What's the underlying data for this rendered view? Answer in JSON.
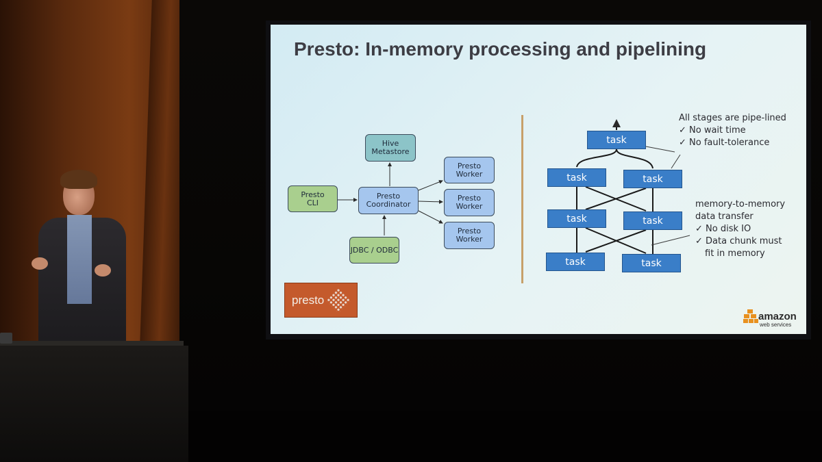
{
  "slide": {
    "title": "Presto:  In-memory processing and pipelining",
    "architecture": {
      "hive_metastore": [
        "Hive",
        "Metastore"
      ],
      "presto_cli": [
        "Presto",
        "CLI"
      ],
      "presto_coordinator": [
        "Presto",
        "Coordinator"
      ],
      "workers": [
        [
          "Presto",
          "Worker"
        ],
        [
          "Presto",
          "Worker"
        ],
        [
          "Presto",
          "Worker"
        ]
      ],
      "jdbc_odbc": "JDBC / ODBC"
    },
    "tasks": {
      "label": "task"
    },
    "notes": {
      "pipeline_heading": "All stages are pipe-lined",
      "pipeline_items": [
        "✓ No wait time",
        "✓ No fault-tolerance"
      ],
      "memory_heading": [
        "memory-to-memory",
        "data transfer"
      ],
      "memory_items": [
        "✓ No disk IO",
        "✓ Data chunk must",
        "fit in memory"
      ]
    },
    "logos": {
      "presto": "presto",
      "aws_word": "amazon",
      "aws_sub": "web services"
    }
  },
  "colors": {
    "task_blue": "#3a7ec8",
    "worker_blue": "#a5c6ee",
    "client_green": "#a9cf8e",
    "hive_teal": "#8cc4c8",
    "presto_orange": "#c45a2c",
    "aws_orange": "#e8901f"
  }
}
